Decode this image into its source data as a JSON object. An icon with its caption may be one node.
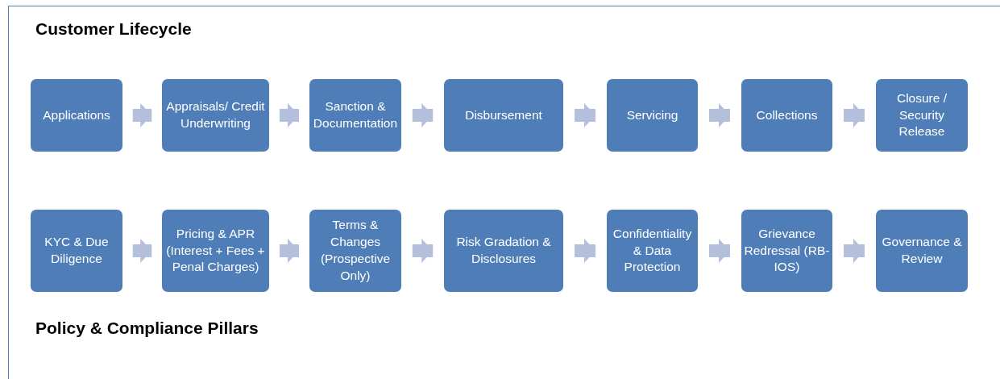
{
  "diagram": {
    "title": "Customer Lifecycle",
    "nodes": [
      {
        "text": [
          "Applications"
        ]
      },
      {
        "text": [
          "Appraisals/ Credit Underwriting"
        ]
      },
      {
        "text": [
          "Sanction & Documentation"
        ]
      },
      {
        "text": [
          "Disbursement"
        ]
      },
      {
        "text": [
          "Servicing"
        ]
      },
      {
        "text": [
          "Collections"
        ]
      },
      {
        "text": [
          "Closure / Security Release"
        ]
      },
      {
        "text": [
          "KYC & Due Diligence"
        ]
      },
      {
        "text": [
          "Pricing & APR (Interest + Fees + Penal Charges)"
        ]
      },
      {
        "text": [
          "Terms & Changes (Prospective Only)"
        ]
      },
      {
        "text": [
          "Risk Gradation & Disclosures"
        ]
      },
      {
        "text": [
          "Confidentiality & Data Protection"
        ]
      },
      {
        "text": [
          "Grievance Redressal (RB-IOS)"
        ]
      },
      {
        "text": [
          "Governance & Review"
        ]
      }
    ],
    "edges": [
      {
        "from": 0,
        "to": 1,
        "arrow": "to"
      },
      {
        "from": 1,
        "to": 2,
        "arrow": "to"
      },
      {
        "from": 2,
        "to": 3,
        "arrow": "to"
      },
      {
        "from": 3,
        "to": 4,
        "arrow": "to"
      },
      {
        "from": 4,
        "to": 5,
        "arrow": "to"
      },
      {
        "from": 5,
        "to": 6,
        "arrow": "to"
      },
      {
        "from": 7,
        "to": 8,
        "arrow": "to"
      },
      {
        "from": 8,
        "to": 9,
        "arrow": "to"
      },
      {
        "from": 9,
        "to": 10,
        "arrow": "to"
      },
      {
        "from": 10,
        "to": 11,
        "arrow": "to"
      },
      {
        "from": 11,
        "to": 12,
        "arrow": "to"
      },
      {
        "from": 12,
        "to": 13,
        "arrow": "to"
      }
    ],
    "labels": [
      "Policy & Compliance Pillars"
    ]
  }
}
